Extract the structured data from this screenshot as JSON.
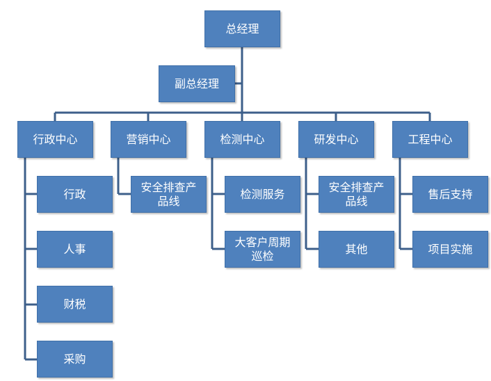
{
  "org_chart": {
    "top": "总经理",
    "deputy": "副总经理",
    "departments": [
      {
        "name": "行政中心",
        "children": [
          "行政",
          "人事",
          "财税",
          "采购"
        ]
      },
      {
        "name": "营销中心",
        "children": [
          "安全排查产\n品线"
        ]
      },
      {
        "name": "检测中心",
        "children": [
          "检测服务",
          "大客户周期\n巡检"
        ]
      },
      {
        "name": "研发中心",
        "children": [
          "安全排查产\n品线",
          "其他"
        ]
      },
      {
        "name": "工程中心",
        "children": [
          "售后支持",
          "项目实施"
        ]
      }
    ]
  },
  "colors": {
    "box_fill": "#4f81bd",
    "box_text": "#ffffff",
    "connector": "#3d5f8a"
  }
}
